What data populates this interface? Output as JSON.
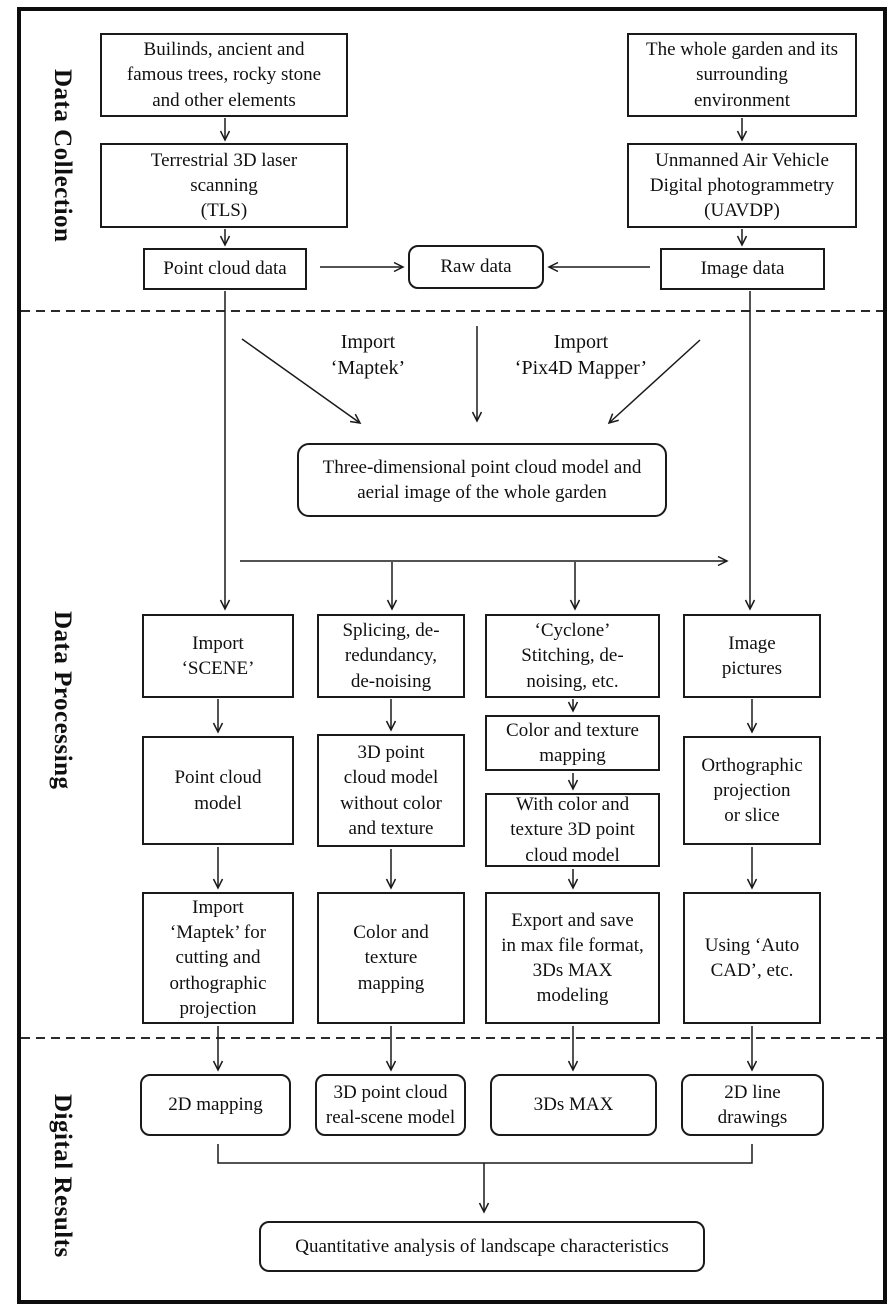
{
  "sections": {
    "collection": "Data Collection",
    "processing": "Data Processing",
    "results": "Digital Results"
  },
  "nodes": {
    "collection": {
      "buildings": "Builinds, ancient and\nfamous trees, rocky stone\nand other elements",
      "whole_garden": "The whole garden and its\nsurrounding\nenvironment",
      "tls": "Terrestrial 3D laser\nscanning\n(TLS)",
      "uavdp": "Unmanned Air Vehicle\nDigital photogrammetry\n(UAVDP)",
      "point_cloud_data": "Point cloud data",
      "raw_data": "Raw data",
      "image_data": "Image data"
    },
    "processing": {
      "import_maptek": "Import\n‘Maptek’",
      "import_pix4d": "Import\n‘Pix4D Mapper’",
      "three_dimensional_model": "Three-dimensional point cloud model and\naerial image of the whole garden",
      "import_scene": "Import\n‘SCENE’",
      "splicing": "Splicing, de-\nredundancy,\nde-noising",
      "cyclone": "‘Cyclone’\nStitching, de-\nnoising, etc.",
      "image_pictures": "Image\npictures",
      "point_cloud_model": "Point cloud\nmodel",
      "model_without_color": "3D point\ncloud model\nwithout color\nand texture",
      "color_texture_mapping_a": "Color and texture\nmapping",
      "with_color_model": "With color and\ntexture 3D point\ncloud model",
      "orthographic": "Orthographic\nprojection\nor slice",
      "import_maptek_cutting": "Import\n‘Maptek’ for\ncutting and\northographic\nprojection",
      "color_texture_mapping_b": "Color and\ntexture\nmapping",
      "export_max": "Export and save\nin max file format,\n3Ds MAX\nmodeling",
      "using_autocad": "Using ‘Auto\nCAD’, etc."
    },
    "results": {
      "mapping_2d": "2D mapping",
      "real_scene_model": "3D point cloud\nreal-scene model",
      "max_3ds": "3Ds MAX",
      "line_drawings": "2D line\ndrawings",
      "quantitative": "Quantitative analysis of landscape characteristics"
    }
  }
}
